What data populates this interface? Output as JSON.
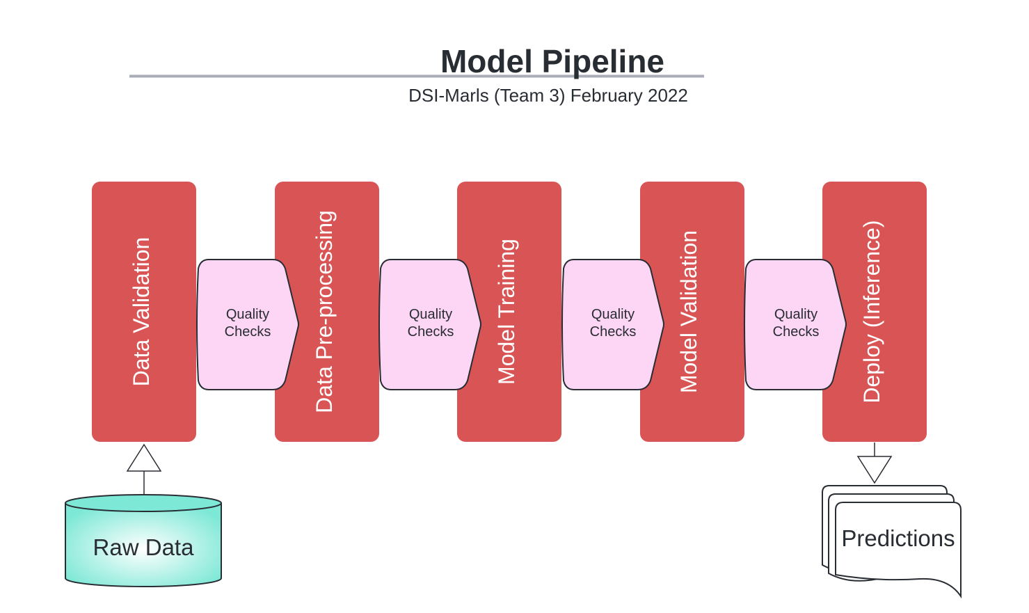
{
  "header": {
    "title": "Model Pipeline",
    "subtitle": "DSI-Marls (Team 3) February 2022"
  },
  "stages": [
    {
      "label": "Data Validation"
    },
    {
      "label": "Data Pre-processing"
    },
    {
      "label": "Model Training"
    },
    {
      "label": "Model Validation"
    },
    {
      "label": "Deploy (Inference)"
    }
  ],
  "checks": [
    {
      "line1": "Quality",
      "line2": "Checks"
    },
    {
      "line1": "Quality",
      "line2": "Checks"
    },
    {
      "line1": "Quality",
      "line2": "Checks"
    },
    {
      "line1": "Quality",
      "line2": "Checks"
    }
  ],
  "input": {
    "label": "Raw Data"
  },
  "output": {
    "label": "Predictions"
  },
  "colors": {
    "stage_fill": "#d95555",
    "check_fill": "#fdd5f5",
    "database_fill": "#7ee8d6",
    "text_dark": "#282c33",
    "title_rule": "#a9adb8"
  }
}
